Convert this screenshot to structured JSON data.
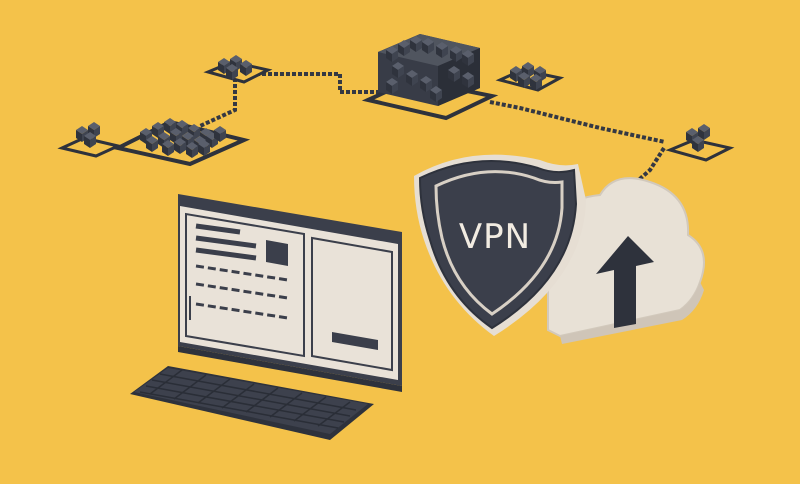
{
  "scene": {
    "shield_label": "VPN",
    "colors": {
      "background": "#F4C24A",
      "dark": "#3B3F4B",
      "cream": "#EDE6DC",
      "outline": "#2E323C"
    },
    "icons": [
      "shield-icon",
      "cloud-upload-icon",
      "computer-monitor",
      "keyboard",
      "server-cube-cluster"
    ]
  }
}
